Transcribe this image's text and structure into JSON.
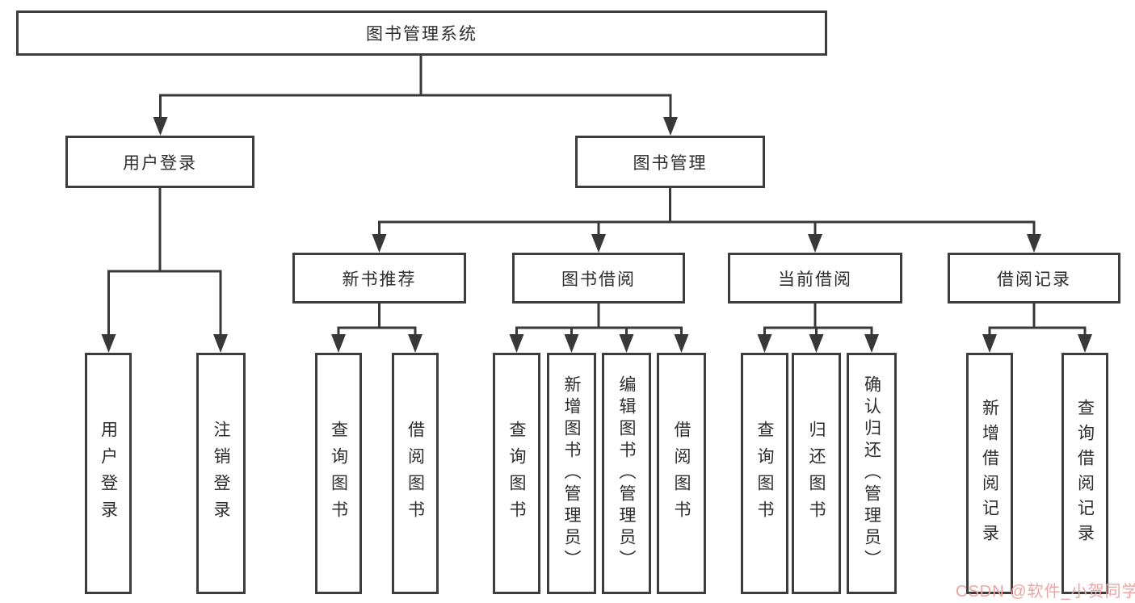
{
  "diagram": {
    "root": {
      "label": "图书管理系统"
    },
    "children": [
      {
        "label": "用户登录",
        "children": [
          {
            "label": "用户登录"
          },
          {
            "label": "注销登录"
          }
        ]
      },
      {
        "label": "图书管理",
        "children": [
          {
            "label": "新书推荐",
            "children": [
              {
                "label": "查询图书"
              },
              {
                "label": "借阅图书"
              }
            ]
          },
          {
            "label": "图书借阅",
            "children": [
              {
                "label": "查询图书"
              },
              {
                "label": "新增图书（管理员）"
              },
              {
                "label": "编辑图书（管理员）"
              },
              {
                "label": "借阅图书"
              }
            ]
          },
          {
            "label": "当前借阅",
            "children": [
              {
                "label": "查询图书"
              },
              {
                "label": "归还图书"
              },
              {
                "label": "确认归还（管理员）"
              }
            ]
          },
          {
            "label": "借阅记录",
            "children": [
              {
                "label": "新增借阅记录"
              },
              {
                "label": "查询借阅记录"
              }
            ]
          }
        ]
      }
    ]
  },
  "watermark": {
    "text": "CSDN @软件_小贺同学",
    "color": "#f0a3a3"
  },
  "colors": {
    "border": "#3d3d3d",
    "line": "#383838",
    "text": "#2d2d2d",
    "background": "#ffffff"
  }
}
